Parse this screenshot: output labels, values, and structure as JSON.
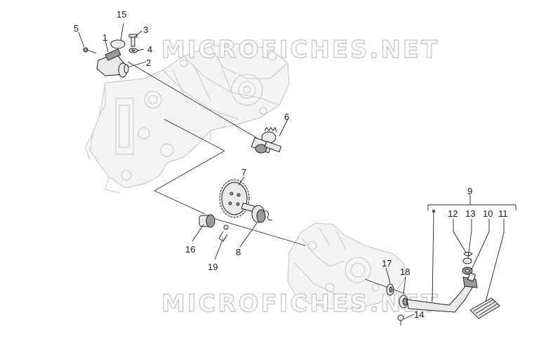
{
  "watermarks": [
    {
      "text": "MICROFICHES.NET"
    },
    {
      "text": "MICROFICHES.NET"
    }
  ],
  "callouts": [
    {
      "id": "c1",
      "label": "1"
    },
    {
      "id": "c2",
      "label": "2"
    },
    {
      "id": "c3",
      "label": "3"
    },
    {
      "id": "c4",
      "label": "4"
    },
    {
      "id": "c5",
      "label": "5"
    },
    {
      "id": "c6",
      "label": "6"
    },
    {
      "id": "c7",
      "label": "7"
    },
    {
      "id": "c8",
      "label": "8"
    },
    {
      "id": "c9",
      "label": "9"
    },
    {
      "id": "c10",
      "label": "10"
    },
    {
      "id": "c11",
      "label": "11"
    },
    {
      "id": "c12",
      "label": "12"
    },
    {
      "id": "c13",
      "label": "13"
    },
    {
      "id": "c14",
      "label": "14"
    },
    {
      "id": "c15",
      "label": "15"
    },
    {
      "id": "c16",
      "label": "16"
    },
    {
      "id": "c17",
      "label": "17"
    },
    {
      "id": "c18",
      "label": "18"
    },
    {
      "id": "c19",
      "label": "19"
    }
  ]
}
